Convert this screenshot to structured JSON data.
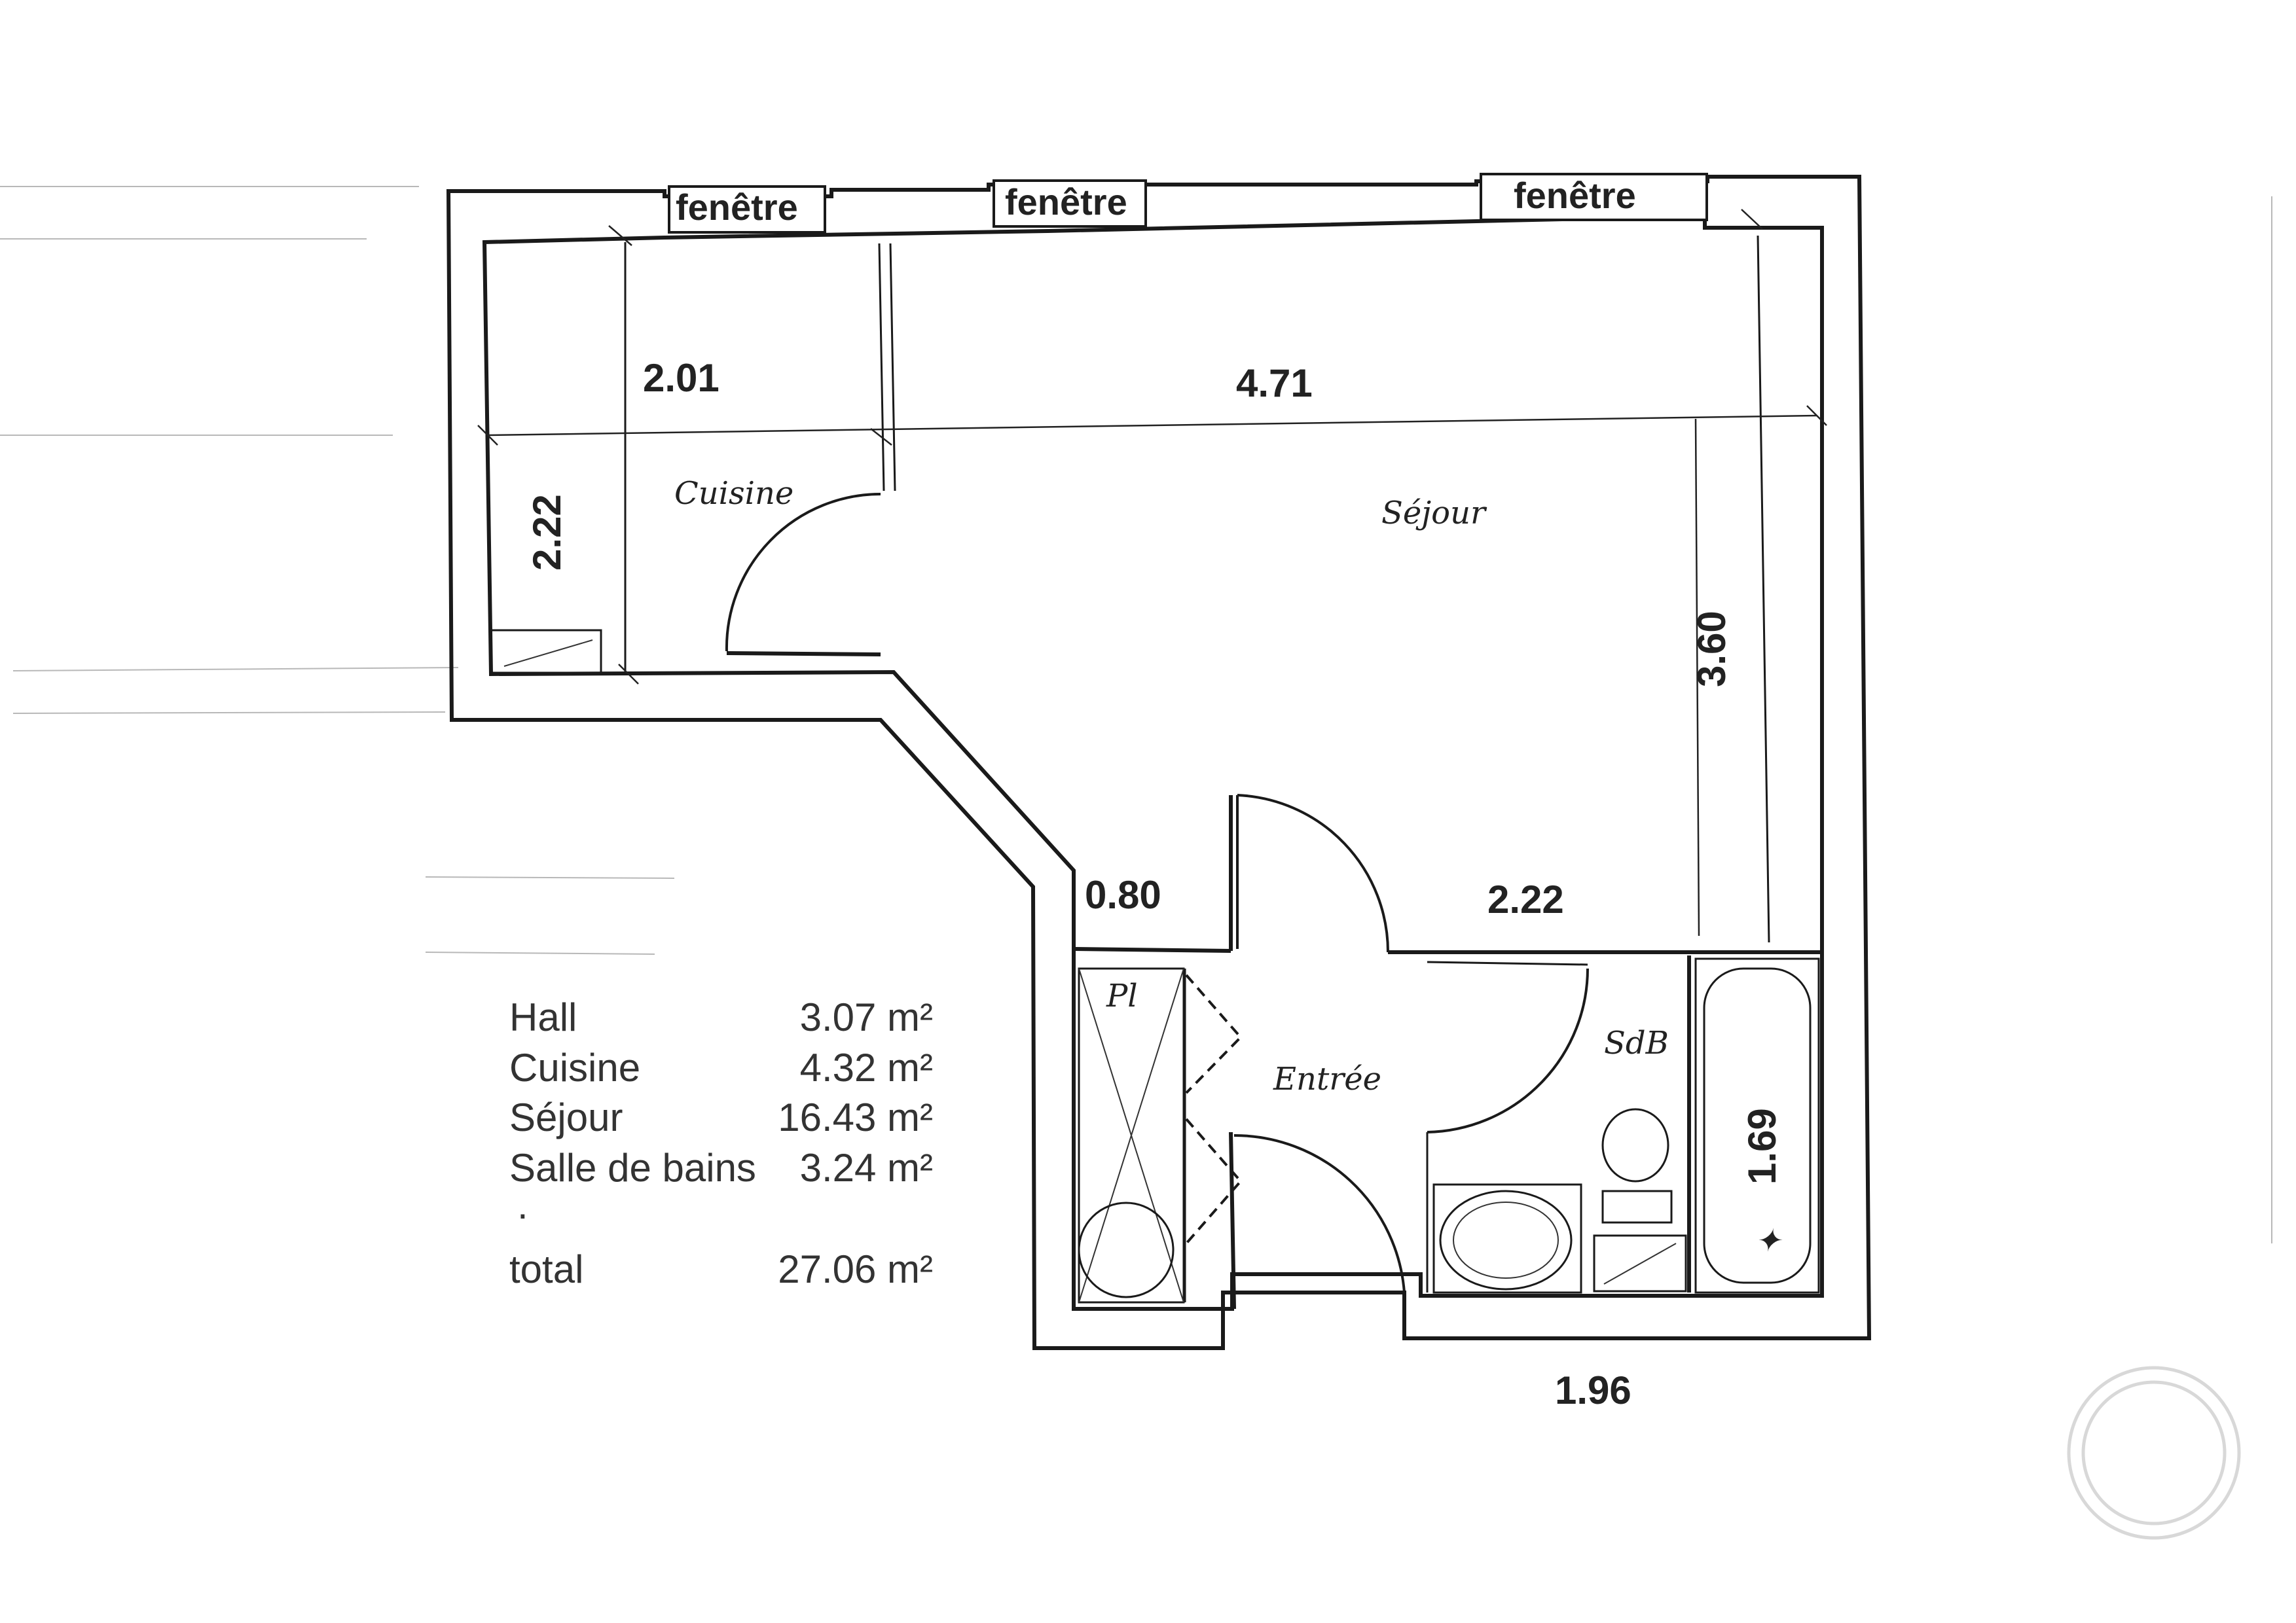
{
  "windows": [
    "fenêtre",
    "fenêtre",
    "fenêtre"
  ],
  "dimensions": {
    "cuisine_width": "2.01",
    "cuisine_depth": "2.22",
    "sejour_width": "4.71",
    "sejour_depth": "3.60",
    "hall_width": "0.80",
    "sejour_lower_width": "2.22",
    "sdb_length": "1.69",
    "sdb_width": "1.96"
  },
  "rooms": {
    "cuisine": "Cuisine",
    "sejour": "Séjour",
    "placard": "Pl",
    "entree": "Entrée",
    "sdb": "SdB"
  },
  "areas": [
    {
      "name": "Hall",
      "value": "3.07 m²"
    },
    {
      "name": "Cuisine",
      "value": "4.32 m²"
    },
    {
      "name": "Séjour",
      "value": "16.43 m²"
    },
    {
      "name": "Salle de bains",
      "value": "3.24 m²"
    }
  ],
  "separator": ".",
  "total": {
    "name": "total",
    "value": "27.06 m²"
  }
}
